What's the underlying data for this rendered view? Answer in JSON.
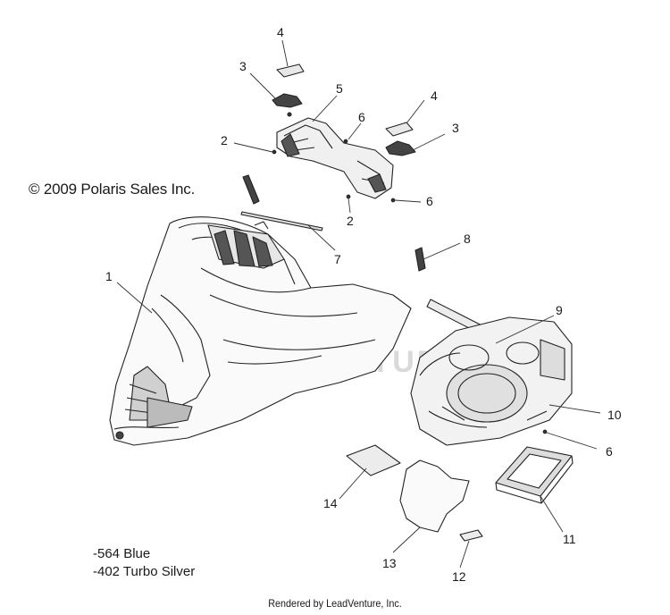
{
  "copyright": "© 2009 Polaris Sales Inc.",
  "variants": [
    "-564 Blue",
    "-402 Turbo Silver"
  ],
  "footer": "Rendered by LeadVenture, Inc.",
  "watermark": "LEADVENTURE",
  "callouts": [
    {
      "id": "c1",
      "label": "1"
    },
    {
      "id": "c2a",
      "label": "2"
    },
    {
      "id": "c2b",
      "label": "2"
    },
    {
      "id": "c3a",
      "label": "3"
    },
    {
      "id": "c3b",
      "label": "3"
    },
    {
      "id": "c4a",
      "label": "4"
    },
    {
      "id": "c4b",
      "label": "4"
    },
    {
      "id": "c5",
      "label": "5"
    },
    {
      "id": "c6a",
      "label": "6"
    },
    {
      "id": "c6b",
      "label": "6"
    },
    {
      "id": "c6c",
      "label": "6"
    },
    {
      "id": "c7",
      "label": "7"
    },
    {
      "id": "c8",
      "label": "8"
    },
    {
      "id": "c9",
      "label": "9"
    },
    {
      "id": "c10",
      "label": "10"
    },
    {
      "id": "c11",
      "label": "11"
    },
    {
      "id": "c12",
      "label": "12"
    },
    {
      "id": "c13",
      "label": "13"
    },
    {
      "id": "c14",
      "label": "14"
    }
  ]
}
